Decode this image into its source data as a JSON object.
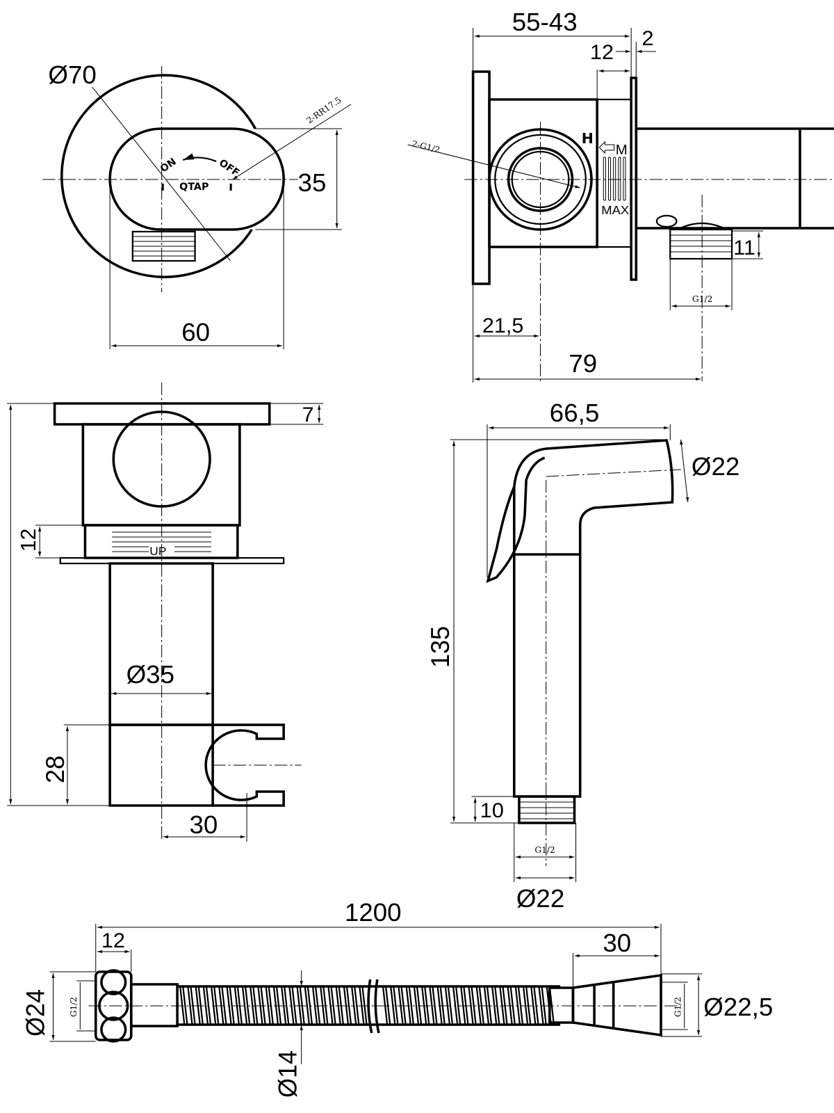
{
  "labels": {
    "top_view": {
      "dia70": "Ø70",
      "rr": "2-RR17.5",
      "h35": "35",
      "w60": "60",
      "on": "ON",
      "off": "OFF",
      "brand": "QTAP"
    },
    "side_view": {
      "depth": "55-43",
      "d12": "12",
      "d2": "2",
      "g12_leader": "2-G1/2",
      "h_mark": "H",
      "m_mark": "M",
      "max_mark": "MAX",
      "d11": "11",
      "g12": "G1/2",
      "d21_5": "21,5",
      "d79": "79"
    },
    "front_view": {
      "d7": "7",
      "d12": "12",
      "up_mark": "UP",
      "dia35": "Ø35",
      "d28": "28",
      "d30": "30"
    },
    "sprayer": {
      "d66_5": "66,5",
      "dia22_head": "Ø22",
      "d135": "135",
      "d10": "10",
      "g12": "G1/2",
      "dia22_base": "Ø22"
    },
    "hose": {
      "length": "1200",
      "d12": "12",
      "d30": "30",
      "dia24": "Ø24",
      "g12_left": "G1/2",
      "g12_right": "G1/2",
      "dia22_5": "Ø22,5",
      "dia14": "Ø14"
    }
  }
}
